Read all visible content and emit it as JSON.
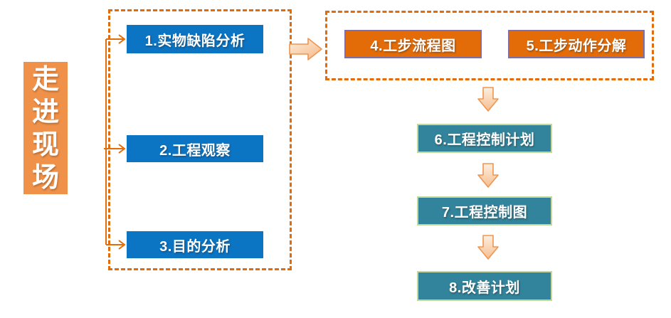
{
  "site_banner": {
    "text": "走进现场"
  },
  "observation_group": {
    "steps": [
      {
        "label": "1.实物缺陷分析"
      },
      {
        "label": "2.工程观察"
      },
      {
        "label": "3.目的分析"
      }
    ]
  },
  "work_step_group": {
    "steps": [
      {
        "label": "4.工步流程图"
      },
      {
        "label": "5.工步动作分解"
      }
    ]
  },
  "control_flow": {
    "steps": [
      {
        "label": "6.工程控制计划"
      },
      {
        "label": "7.工程控制图"
      },
      {
        "label": "8.改善计划"
      }
    ]
  },
  "colors": {
    "blue_box": "#0B74C3",
    "banner_orange": "#F0914A",
    "dashed_border_orange": "#E36C0A",
    "step_orange_fill": "#E36C09",
    "step_orange_border": "#7B6FAE",
    "teal_fill": "#31849B",
    "teal_border": "#C3D69B",
    "block_arrow_fill_light": "#FBE3CC",
    "block_arrow_fill_deep": "#F6BE8E",
    "block_arrow_outline": "#EE9552",
    "thin_arrow": "#E36C0A"
  }
}
